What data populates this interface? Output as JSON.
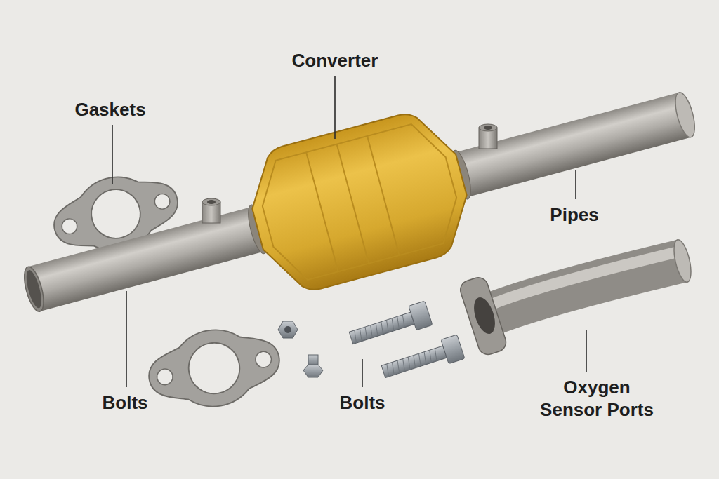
{
  "diagram": {
    "labels": [
      "Gaskets",
      "Converter",
      "Pipes",
      "Bolts",
      "Bolts",
      "Oxygen Sensor Ports"
    ]
  }
}
